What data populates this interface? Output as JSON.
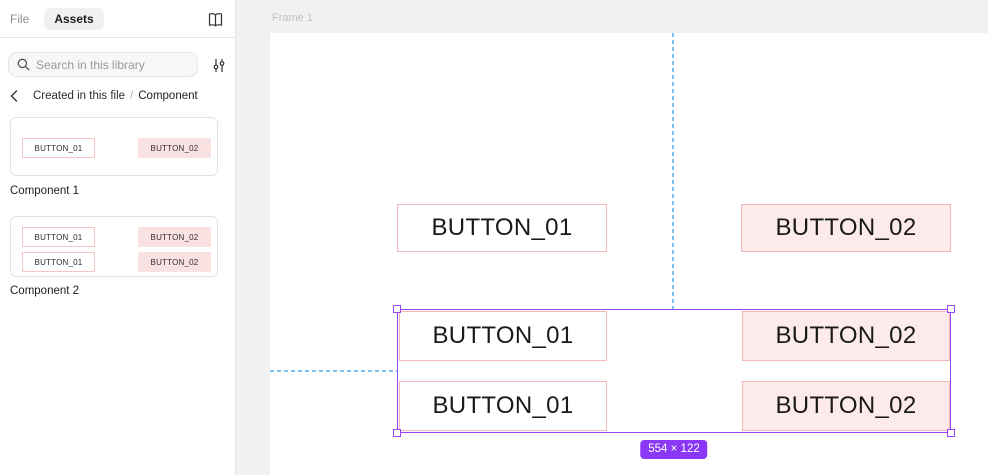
{
  "sidebar": {
    "tabs": {
      "file": "File",
      "assets": "Assets"
    },
    "search": {
      "placeholder": "Search in this library"
    },
    "breadcrumb": {
      "parent": "Created in this file",
      "separator": "/",
      "current": "Component"
    },
    "components": [
      {
        "name": "Component 1",
        "rows": [
          {
            "b1": "BUTTON_01",
            "b2": "BUTTON_02"
          }
        ]
      },
      {
        "name": "Component 2",
        "rows": [
          {
            "b1": "BUTTON_01",
            "b2": "BUTTON_02"
          },
          {
            "b1": "BUTTON_01",
            "b2": "BUTTON_02"
          }
        ]
      }
    ]
  },
  "canvas": {
    "frame_label": "Frame 1",
    "top_row": {
      "b1": "BUTTON_01",
      "b2": "BUTTON_02"
    },
    "selection": {
      "rows": [
        {
          "b1": "BUTTON_01",
          "b2": "BUTTON_02"
        },
        {
          "b1": "BUTTON_01",
          "b2": "BUTTON_02"
        }
      ],
      "size_badge": "554 × 122"
    }
  },
  "colors": {
    "accent_purple": "#9747ff",
    "badge_purple": "#8a38f5",
    "button_border_pink": "#f4b8b8",
    "button_fill_pink": "#fdebeb",
    "guide_blue": "#7dc3f8",
    "canvas_gray": "#f1f1f1"
  }
}
